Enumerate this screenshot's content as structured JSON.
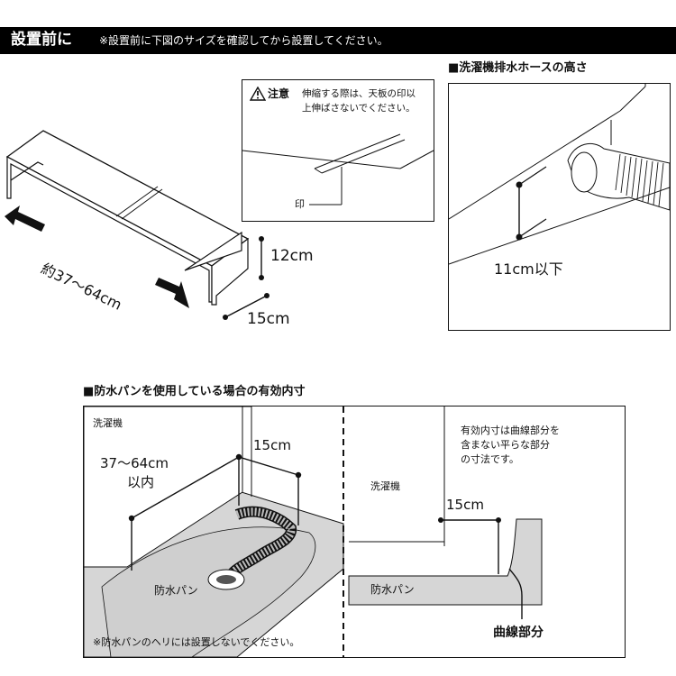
{
  "header": {
    "title": "設置前に",
    "note": "※設置前に下図のサイズを確認してから設置してください。"
  },
  "shelf": {
    "width_label": "約37～64cm",
    "height_label": "12cm",
    "depth_label": "15cm"
  },
  "caution": {
    "icon": "warning-triangle-icon",
    "title": "注意",
    "line1": "伸縮する際は、天板の印以",
    "line2": "上伸ばさないでください。",
    "mark_label": "印"
  },
  "hose": {
    "section_title": "■洗濯機排水ホースの高さ",
    "height_label": "11cm以下"
  },
  "pan": {
    "section_title": "■防水パンを使用している場合の有効内寸",
    "washer_label": "洗濯機",
    "width_label_1": "37～64cm",
    "width_label_2": "以内",
    "depth_label": "15cm",
    "pan_label": "防水パン",
    "note": "※防水パンのヘリには設置しないでください。",
    "right_note_1": "有効内寸は曲線部分を",
    "right_note_2": "含まない平らな部分",
    "right_note_3": "の寸法です。",
    "right_washer_label": "洗濯機",
    "right_depth_label": "15cm",
    "right_pan_label": "防水パン",
    "curve_label": "曲線部分"
  }
}
